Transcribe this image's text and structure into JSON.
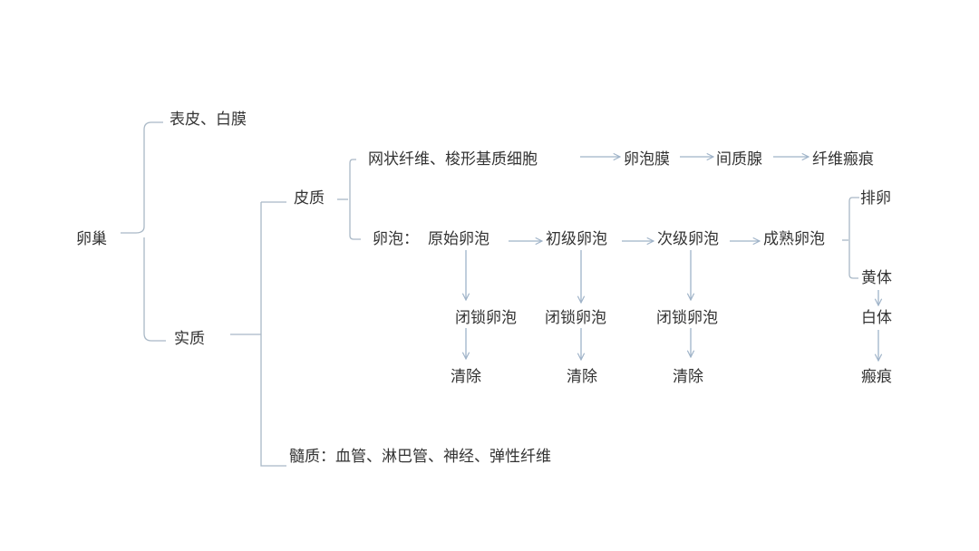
{
  "title": "卵巢",
  "colors": {
    "connector": "#a9b8c6",
    "arrow": "#9fb3c8",
    "text": "#333333",
    "background": "#ffffff"
  },
  "root": {
    "label": "卵巢"
  },
  "level1": {
    "surface": {
      "label": "表皮、白膜"
    },
    "parenchyma": {
      "label": "实质"
    }
  },
  "level2": {
    "cortex": {
      "label": "皮质"
    },
    "medulla": {
      "label": "髓质：血管、淋巴管、神经、弹性纤维"
    }
  },
  "cortex_branches": {
    "stroma": {
      "start": "网状纤维、梭形基质细胞",
      "chain": [
        "卵泡膜",
        "间质腺",
        "纤维瘢痕"
      ]
    },
    "follicle": {
      "prefix": "卵泡：",
      "stages": [
        "原始卵泡",
        "初级卵泡",
        "次级卵泡",
        "成熟卵泡"
      ],
      "atresia": {
        "label": "闭锁卵泡",
        "result": "清除"
      },
      "mature_outcomes": {
        "ovulation": "排卵",
        "corpus_chain": [
          "黄体",
          "白体",
          "瘢痕"
        ]
      }
    }
  }
}
